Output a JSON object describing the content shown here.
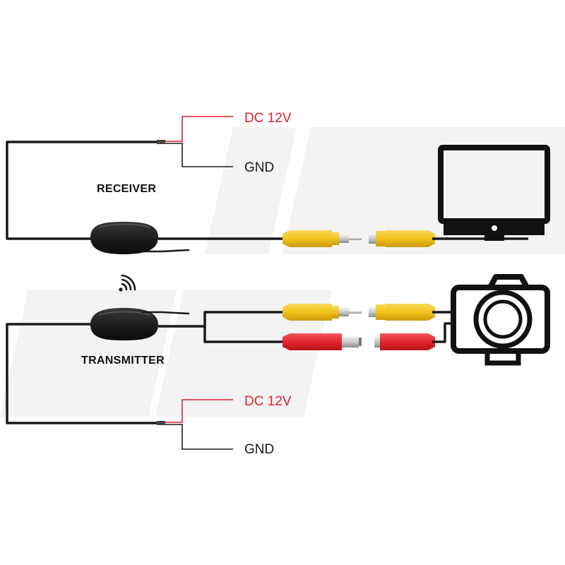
{
  "receiver": {
    "label": "RECEIVER",
    "power_positive": "DC 12V",
    "power_ground": "GND"
  },
  "transmitter": {
    "label": "TRANSMITTER",
    "power_positive": "DC 12V",
    "power_ground": "GND"
  },
  "colors": {
    "cable": "#1a1a1a",
    "video_plug": "#f2c21b",
    "power_plug": "#e3242b",
    "positive_wire": "#e0202a",
    "ground_wire": "#1a1a1a",
    "device_outline": "#111111",
    "watermark": "#f2f2f2"
  },
  "icons": {
    "display": "monitor-icon",
    "camera": "camera-icon",
    "wireless": "wireless-signal-icon"
  }
}
